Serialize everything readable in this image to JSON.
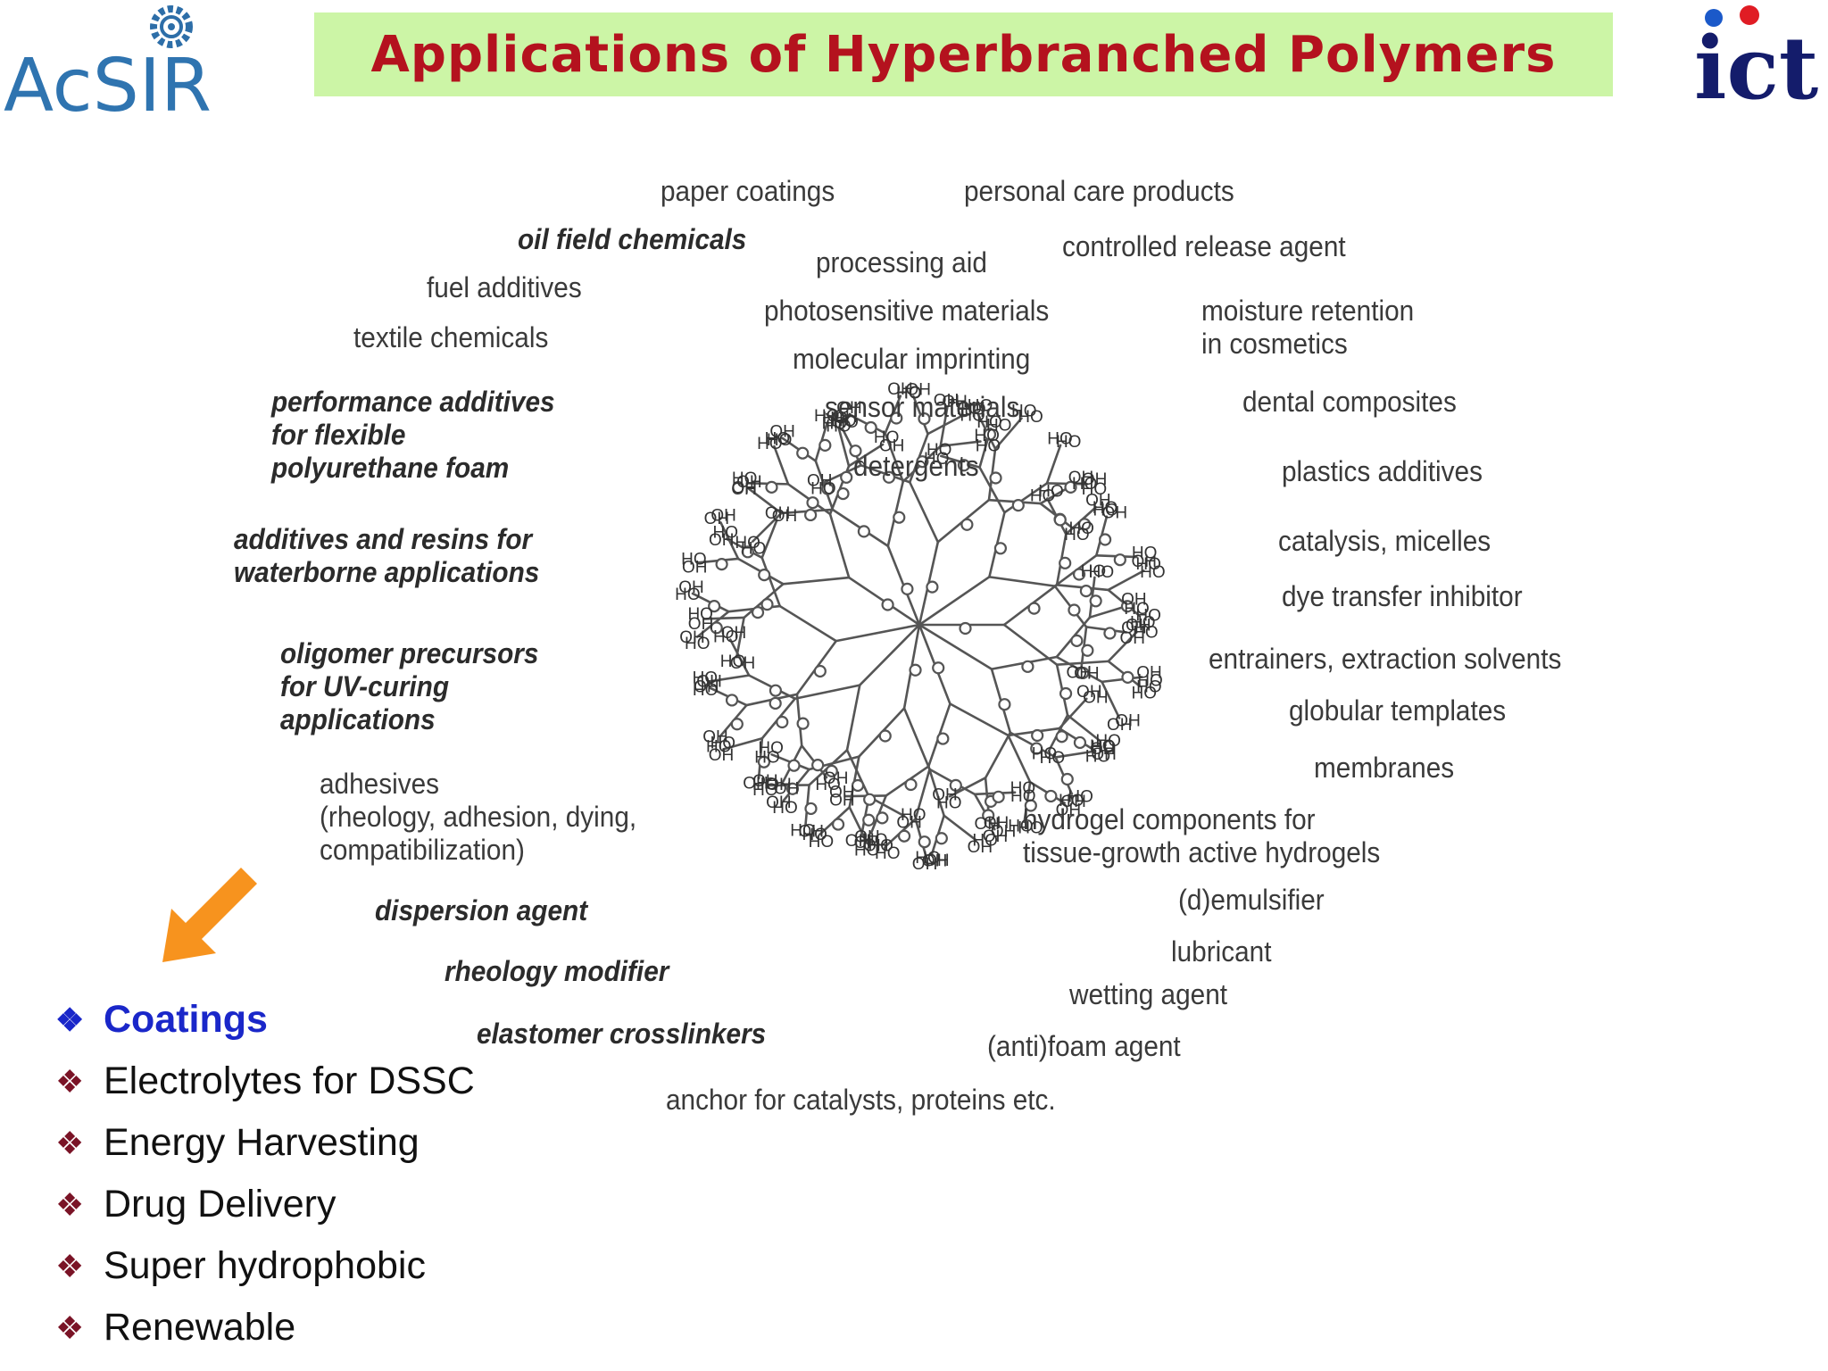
{
  "title": "Applications of Hyperbranched Polymers",
  "logos": {
    "left": "AcSIR",
    "right": "ict"
  },
  "colors": {
    "title": "#b4121e",
    "title_bg": "#ccf5a6",
    "bullet_mark": "#7a1326",
    "active": "#1a27c9",
    "arrow": "#f7931e"
  },
  "diagram": {
    "left_labels": [
      "paper coatings",
      "oil field chemicals",
      "fuel additives",
      "textile chemicals",
      "performance additives\nfor flexible\npolyurethane foam",
      "additives and resins for\nwaterborne applications",
      "oligomer precursors\nfor UV-curing\napplications",
      "adhesives\n(rheology, adhesion, dying,\ncompatibilization)",
      "dispersion agent",
      "rheology modifier",
      "elastomer crosslinkers",
      "anchor for catalysts, proteins etc."
    ],
    "center_labels": [
      "processing aid",
      "photosensitive materials",
      "molecular imprinting",
      "sensor materials",
      "detergents"
    ],
    "right_labels": [
      "personal care products",
      "controlled release agent",
      "moisture retention\nin cosmetics",
      "dental composites",
      "plastics additives",
      "catalysis, micelles",
      "dye transfer inhibitor",
      "entrainers, extraction solvents",
      "globular templates",
      "membranes",
      "hydrogel components for\ntissue-growth active hydrogels",
      "(d)emulsifier",
      "lubricant",
      "wetting agent",
      "(anti)foam agent"
    ],
    "groups": [
      "HO",
      "OH",
      "O"
    ]
  },
  "bullets": [
    {
      "label": "Coatings",
      "active": true
    },
    {
      "label": "Electrolytes for DSSC",
      "active": false
    },
    {
      "label": "Energy Harvesting",
      "active": false
    },
    {
      "label": "Drug Delivery",
      "active": false
    },
    {
      "label": "Super hydrophobic",
      "active": false
    },
    {
      "label": "Renewable",
      "active": false
    }
  ]
}
